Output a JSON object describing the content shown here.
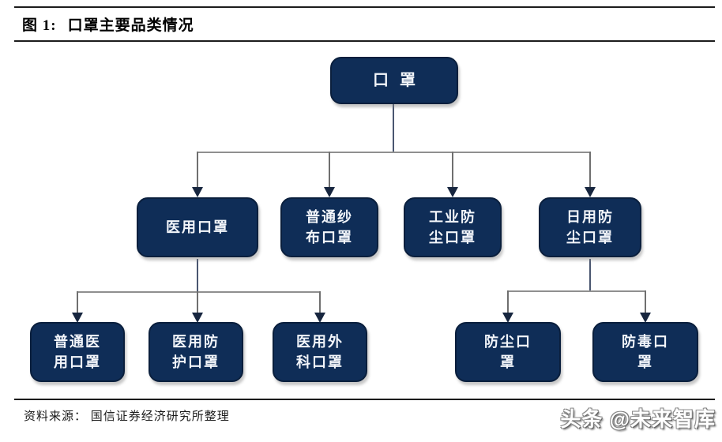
{
  "header": {
    "figure_label": "图 1:",
    "figure_title": "口罩主要品类情况"
  },
  "diagram": {
    "type": "tree",
    "colors": {
      "node_fill": "#0f2d57",
      "node_text": "#f2f5fa",
      "arrowhead": "#17263f",
      "line_horizontal": "#8f8f8f",
      "line_vertical_stub": "#4a5670"
    },
    "nodes": {
      "root": {
        "label": "口罩"
      },
      "medical": {
        "label": "医用口罩"
      },
      "gauze": {
        "label": "普通纱\n布口罩"
      },
      "industrial": {
        "label": "工业防\n尘口罩"
      },
      "daily": {
        "label": "日用防\n尘口罩"
      },
      "ordinary_medical": {
        "label": "普通医\n用口罩"
      },
      "medical_protective": {
        "label": "医用防\n护口罩"
      },
      "medical_surgical": {
        "label": "医用外\n科口罩"
      },
      "dust": {
        "label": "防尘口\n罩"
      },
      "gas": {
        "label": "防毒口\n罩"
      }
    },
    "edges": [
      {
        "from": "root",
        "to": "medical"
      },
      {
        "from": "root",
        "to": "gauze"
      },
      {
        "from": "root",
        "to": "industrial"
      },
      {
        "from": "root",
        "to": "daily"
      },
      {
        "from": "medical",
        "to": "ordinary_medical"
      },
      {
        "from": "medical",
        "to": "medical_protective"
      },
      {
        "from": "medical",
        "to": "medical_surgical"
      },
      {
        "from": "daily",
        "to": "dust"
      },
      {
        "from": "daily",
        "to": "gas"
      }
    ]
  },
  "footer": {
    "source": "资料来源： 国信证券经济研究所整理",
    "watermark": "头条 @未来智库"
  }
}
